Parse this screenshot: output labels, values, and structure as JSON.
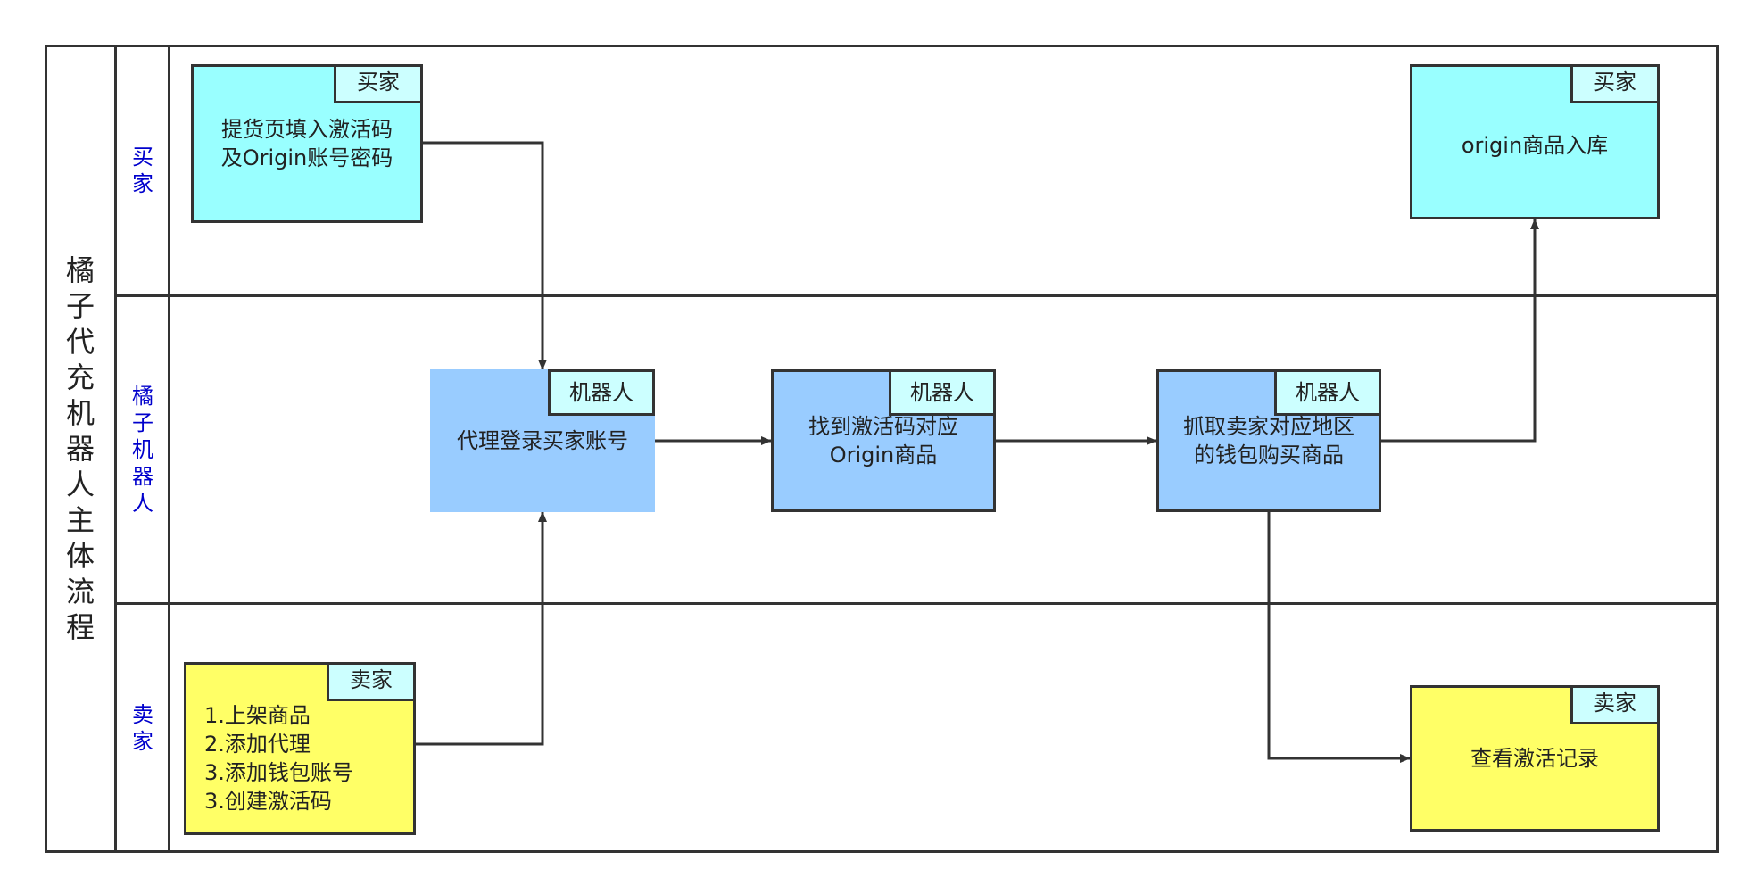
{
  "diagram": {
    "title": "橘子代充机器人主体流程",
    "lanes": [
      {
        "id": "buyer",
        "label": "买家"
      },
      {
        "id": "robot",
        "label": "橘子机器人"
      },
      {
        "id": "seller",
        "label": "卖家"
      }
    ],
    "nodes": [
      {
        "id": "fill-code",
        "lane": "buyer",
        "tag": "买家",
        "text": "提货页填入激活码\n及Origin账号密码",
        "color": "#99ffff"
      },
      {
        "id": "origin-store",
        "lane": "buyer",
        "tag": "买家",
        "text": "origin商品入库",
        "color": "#99ffff"
      },
      {
        "id": "proxy-login",
        "lane": "robot",
        "tag": "机器人",
        "text": "代理登录买家账号",
        "color": "#99ccff"
      },
      {
        "id": "find-product",
        "lane": "robot",
        "tag": "机器人",
        "text": "找到激活码对应\nOrigin商品",
        "color": "#99ccff"
      },
      {
        "id": "wallet-buy",
        "lane": "robot",
        "tag": "机器人",
        "text": "抓取卖家对应地区\n的钱包购买商品",
        "color": "#99ccff"
      },
      {
        "id": "seller-setup",
        "lane": "seller",
        "tag": "卖家",
        "text": "1.上架商品\n2.添加代理\n3.添加钱包账号\n3.创建激活码",
        "color": "#ffff66"
      },
      {
        "id": "view-log",
        "lane": "seller",
        "tag": "卖家",
        "text": "查看激活记录",
        "color": "#ffff66"
      }
    ],
    "edges": [
      {
        "from": "fill-code",
        "to": "proxy-login"
      },
      {
        "from": "seller-setup",
        "to": "proxy-login"
      },
      {
        "from": "proxy-login",
        "to": "find-product"
      },
      {
        "from": "find-product",
        "to": "wallet-buy"
      },
      {
        "from": "wallet-buy",
        "to": "origin-store"
      },
      {
        "from": "wallet-buy",
        "to": "view-log"
      }
    ],
    "colors": {
      "tag_fill": "#ccffff",
      "line": "#333333",
      "lane_label": "#0000cc"
    }
  }
}
